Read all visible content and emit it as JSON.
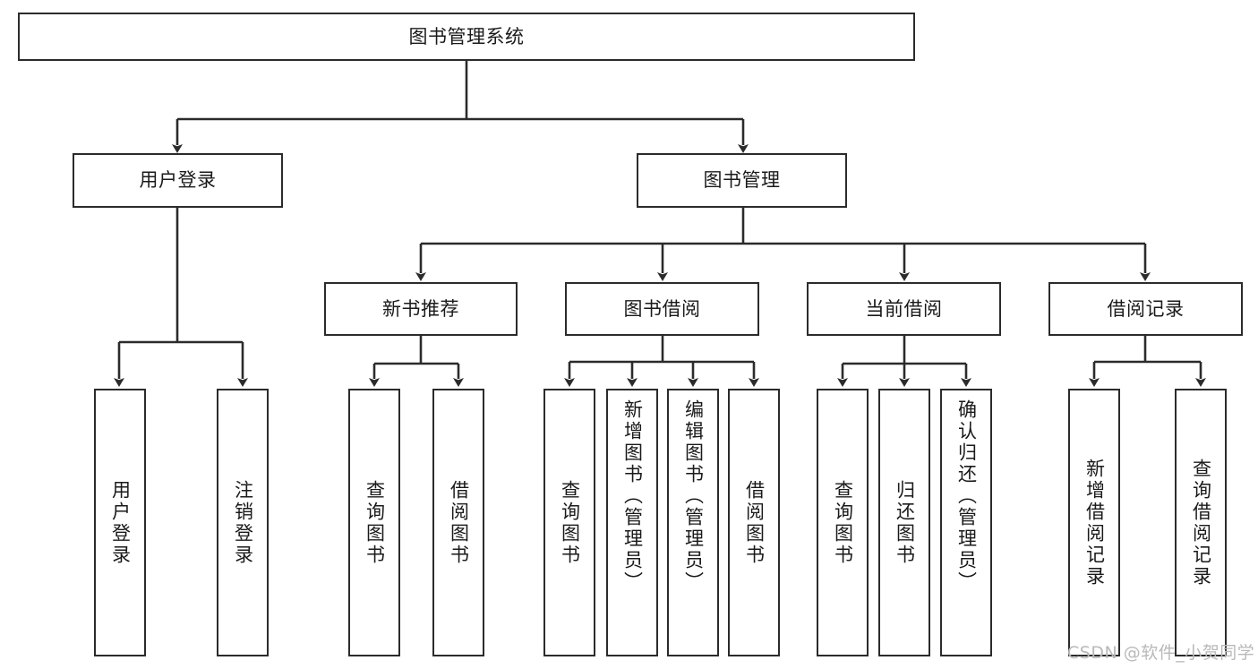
{
  "diagram": {
    "title_node": {
      "label": "图书管理系统"
    },
    "level2": [
      {
        "id": "user-login",
        "label": "用户登录"
      },
      {
        "id": "book-management",
        "label": "图书管理"
      }
    ],
    "level3": [
      {
        "id": "new-book-recommend",
        "label": "新书推荐"
      },
      {
        "id": "book-borrow",
        "label": "图书借阅"
      },
      {
        "id": "current-borrow",
        "label": "当前借阅"
      },
      {
        "id": "borrow-record",
        "label": "借阅记录"
      }
    ],
    "leaves": [
      {
        "id": "leaf-user-login",
        "label": "用户登录",
        "align": "centered"
      },
      {
        "id": "leaf-logout",
        "label": "注销登录",
        "align": "centered"
      },
      {
        "id": "leaf-query-book-1",
        "label": "查询图书",
        "align": "centered"
      },
      {
        "id": "leaf-borrow-book-1",
        "label": "借阅图书",
        "align": "centered"
      },
      {
        "id": "leaf-query-book-2",
        "label": "查询图书",
        "align": "centered"
      },
      {
        "id": "leaf-add-book",
        "label": "新增图书（管理员）",
        "align": "top"
      },
      {
        "id": "leaf-edit-book",
        "label": "编辑图书（管理员）",
        "align": "top"
      },
      {
        "id": "leaf-borrow-book-2",
        "label": "借阅图书",
        "align": "centered"
      },
      {
        "id": "leaf-query-book-3",
        "label": "查询图书",
        "align": "centered"
      },
      {
        "id": "leaf-return-book",
        "label": "归还图书",
        "align": "centered"
      },
      {
        "id": "leaf-confirm-return",
        "label": "确认归还（管理员）",
        "align": "top"
      },
      {
        "id": "leaf-add-record",
        "label": "新增借阅记录",
        "align": "centered"
      },
      {
        "id": "leaf-query-record",
        "label": "查询借阅记录",
        "align": "centered"
      }
    ],
    "watermark": {
      "text": "CSDN @软件_小贺同学"
    },
    "colors": {
      "stroke": "#2b2b2b",
      "fill": "#ffffff",
      "text": "#1a1a1a",
      "watermark": "#b9b9b9"
    }
  }
}
